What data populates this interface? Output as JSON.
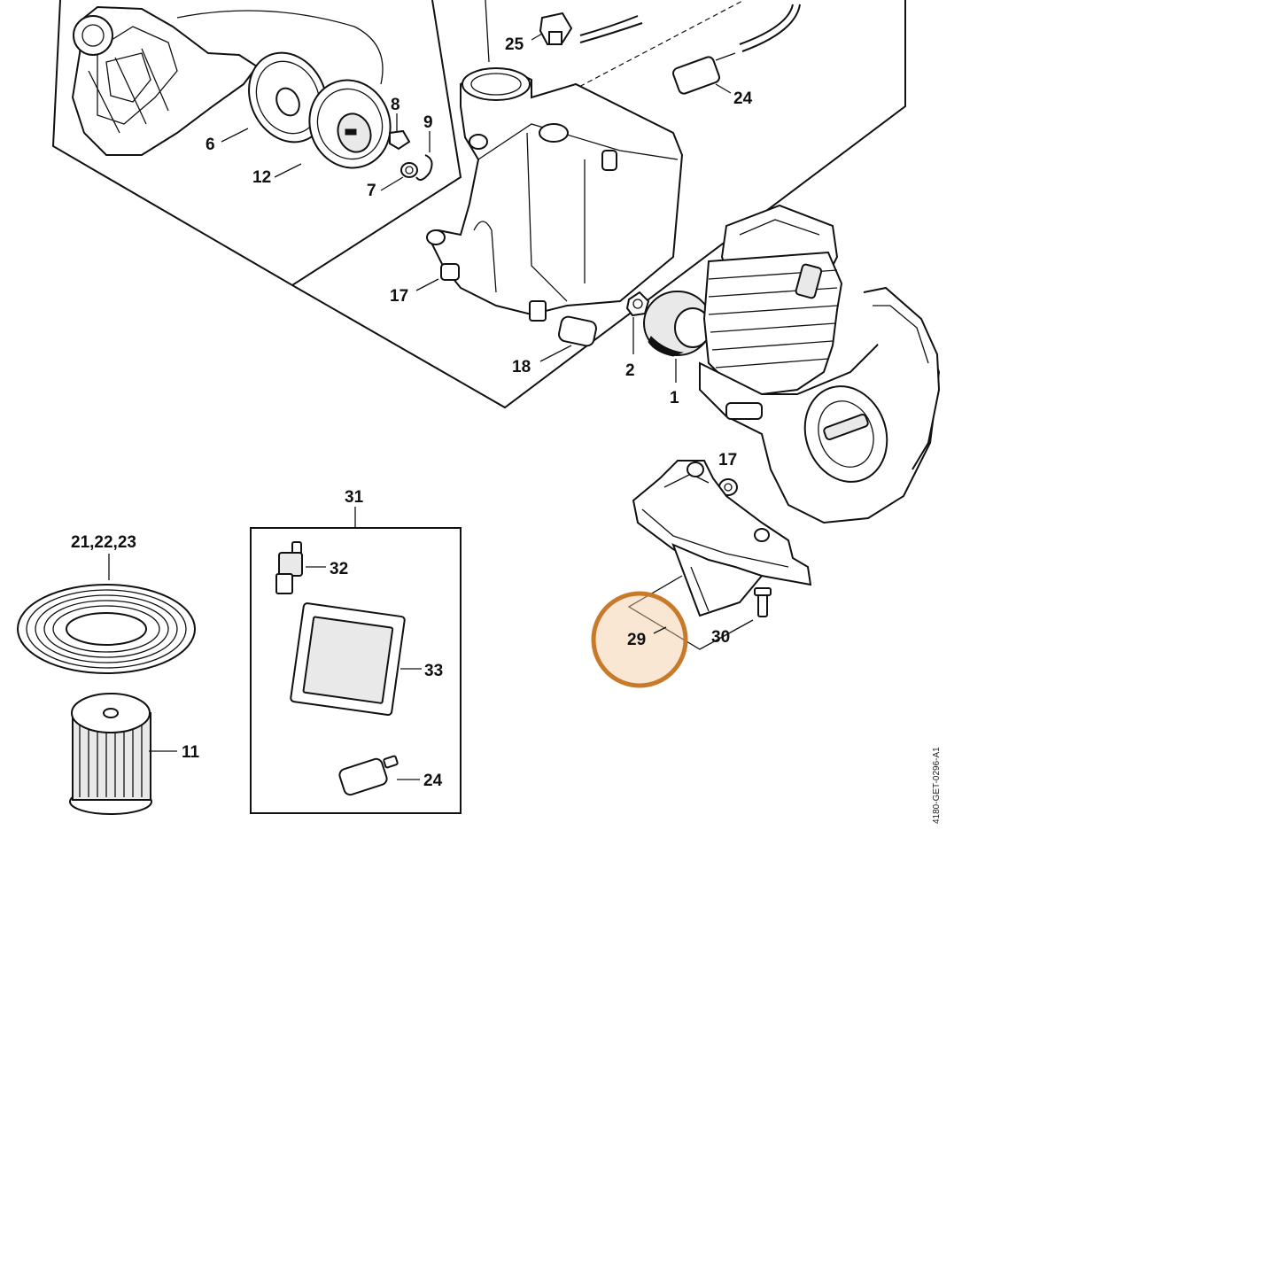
{
  "highlight": {
    "label": "29",
    "color": "#c8792a",
    "fill": "#f1c9a0"
  },
  "doc_code": "4180-GET-0296-A1",
  "labels": {
    "p25": "25",
    "p24_top": "24",
    "p8": "8",
    "p9": "9",
    "p6": "6",
    "p12": "12",
    "p7": "7",
    "p17_top": "17",
    "p18": "18",
    "p2": "2",
    "p1": "1",
    "p17_mid": "17",
    "p31": "31",
    "p21_22_23": "21,22,23",
    "p32": "32",
    "p33": "33",
    "p11": "11",
    "p24_bottom": "24",
    "p30": "30",
    "p29": "29"
  }
}
